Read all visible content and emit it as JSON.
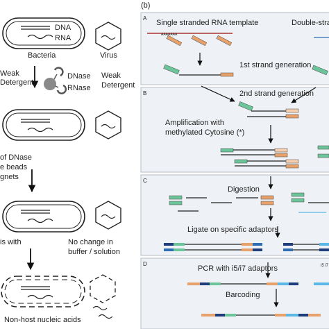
{
  "left_panel": {
    "dna_label": "DNA",
    "rna_label": "RNA",
    "bacteria_label": "Bacteria",
    "virus_label": "Virus",
    "weak_detergent_left": [
      "Weak",
      "Detergent"
    ],
    "dnase_label": "DNase",
    "rnase_label": "RNase",
    "weak_detergent_right": [
      "Weak",
      "Detergent"
    ],
    "dnase_beads_step": [
      "of DNase",
      "e beads",
      "gnets"
    ],
    "wash_step_fragment": "is with",
    "no_change_text": [
      "No change in",
      "buffer / solution"
    ],
    "non_host_label": "Non-host nucleic acids"
  },
  "right_panel": {
    "panel_label": "(b)",
    "section_a": {
      "letter": "A",
      "template_title": "Single stranded RNA template",
      "double_stranded_title": "Double-stra",
      "polya_label": "AAAAAAA",
      "first_strand": "1st strand generation"
    },
    "section_b": {
      "letter": "B",
      "second_strand": "2nd strand generation",
      "amplification": [
        "Amplification with",
        "methylated Cytosine (*)"
      ]
    },
    "section_c": {
      "letter": "C",
      "digestion": "Digestion",
      "ligate": "Ligate on specific adaptors"
    },
    "section_d": {
      "letter": "D",
      "pcr": "PCR with i5/i7 adaptors",
      "barcoding": "Barcoding",
      "edge_fragment": "i5 i7"
    }
  },
  "colors": {
    "green_strand": "#6cc59a",
    "orange_strand": "#e8a16a",
    "light_orange": "#f4cfb0",
    "blue_adaptor": "#2e6db4",
    "light_blue": "#5bb8e6",
    "dark_navy": "#1f3d7a",
    "red_primer": "#c0392b",
    "panel_bg": "#eef1f5",
    "panel_border": "#b5bcc6"
  }
}
